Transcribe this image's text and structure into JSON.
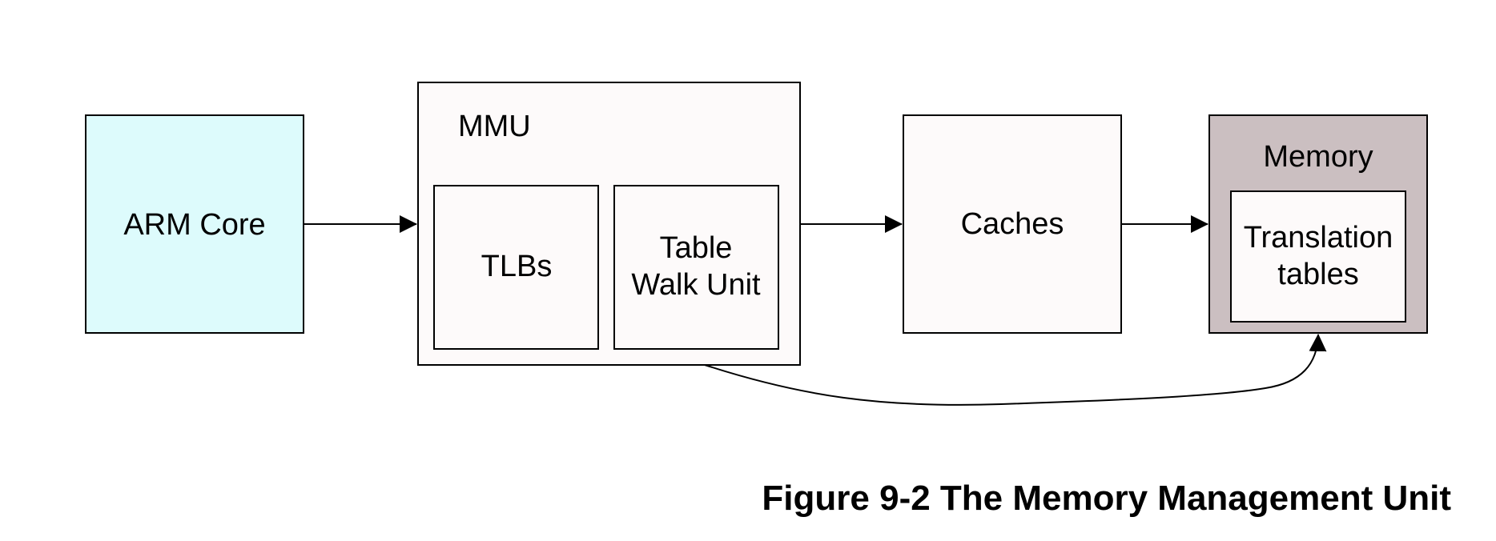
{
  "diagram": {
    "arm_core": {
      "label": "ARM Core",
      "fill": "#ddfbfc"
    },
    "mmu": {
      "label": "MMU",
      "fill": "#fdfafa",
      "tlbs": {
        "label": "TLBs"
      },
      "table_walk_unit": {
        "line1": "Table",
        "line2": "Walk Unit"
      }
    },
    "caches": {
      "label": "Caches",
      "fill": "#fdfafa"
    },
    "memory": {
      "label": "Memory",
      "fill": "#cbbfc1",
      "translation_tables": {
        "line1": "Translation",
        "line2": "tables",
        "fill": "#fdfafa"
      }
    },
    "line_color": "#000000"
  },
  "caption": "Figure 9-2 The Memory Management Unit"
}
